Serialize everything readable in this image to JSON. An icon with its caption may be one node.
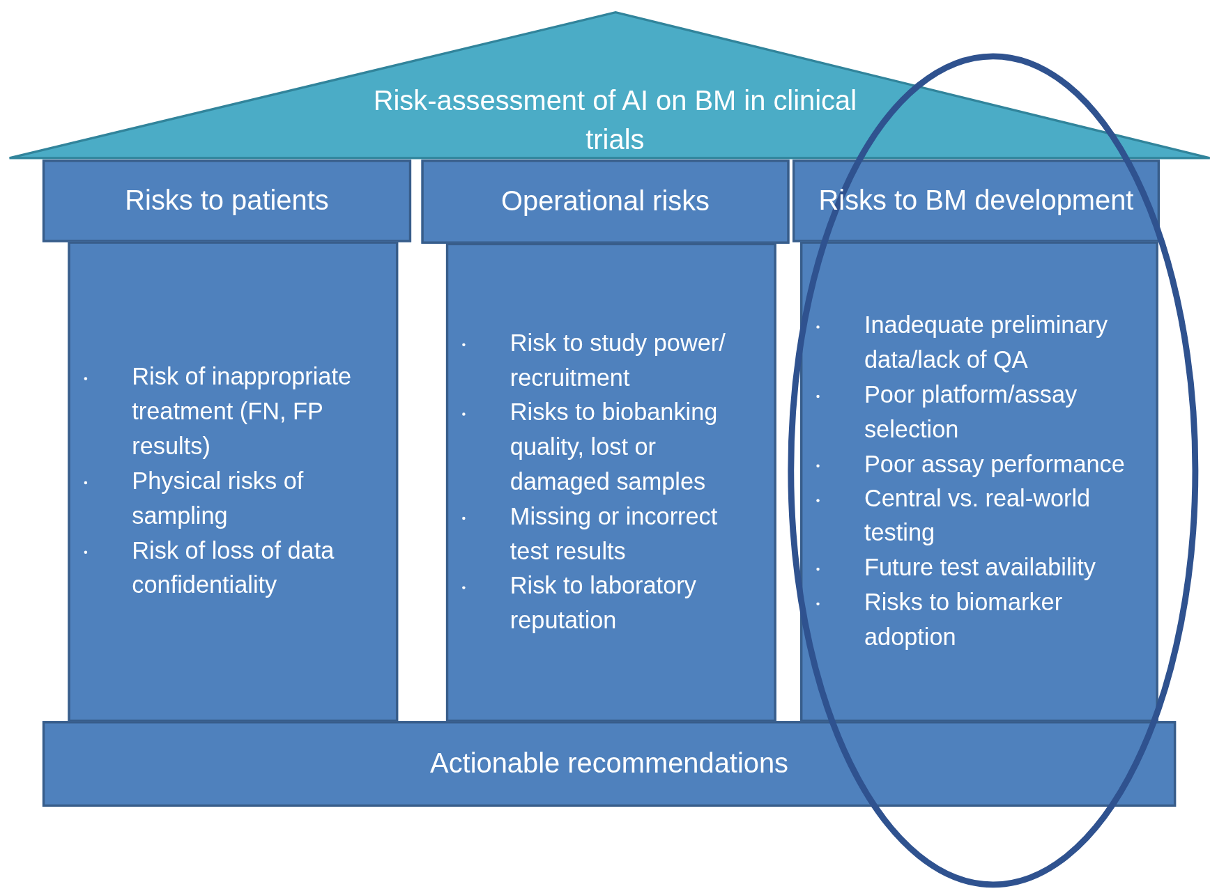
{
  "diagram": {
    "nodes": [
      {
        "text": [
          "Risk-assessment of AI on BM in clinical trials"
        ]
      },
      {
        "text": [
          "Risks to patients"
        ]
      },
      {
        "text": [
          "Risk of inappropriate treatment (FN, FP results)",
          "Physical risks of sampling",
          "Risk of loss of data confidentiality"
        ]
      },
      {
        "text": [
          "Operational risks"
        ]
      },
      {
        "text": [
          "Risk to study power/ recruitment",
          "Risks to biobanking quality, lost or damaged samples",
          "Missing or incorrect test results",
          "Risk to laboratory reputation"
        ]
      },
      {
        "text": [
          "Risks to BM development"
        ]
      },
      {
        "text": [
          "Inadequate preliminary data/lack of QA",
          "Poor platform/assay selection",
          "Poor assay performance",
          "Central vs. real-world testing",
          "Future test availability",
          "Risks to biomarker adoption"
        ]
      },
      {
        "text": [
          "Actionable recommendations"
        ]
      }
    ],
    "edges": []
  }
}
